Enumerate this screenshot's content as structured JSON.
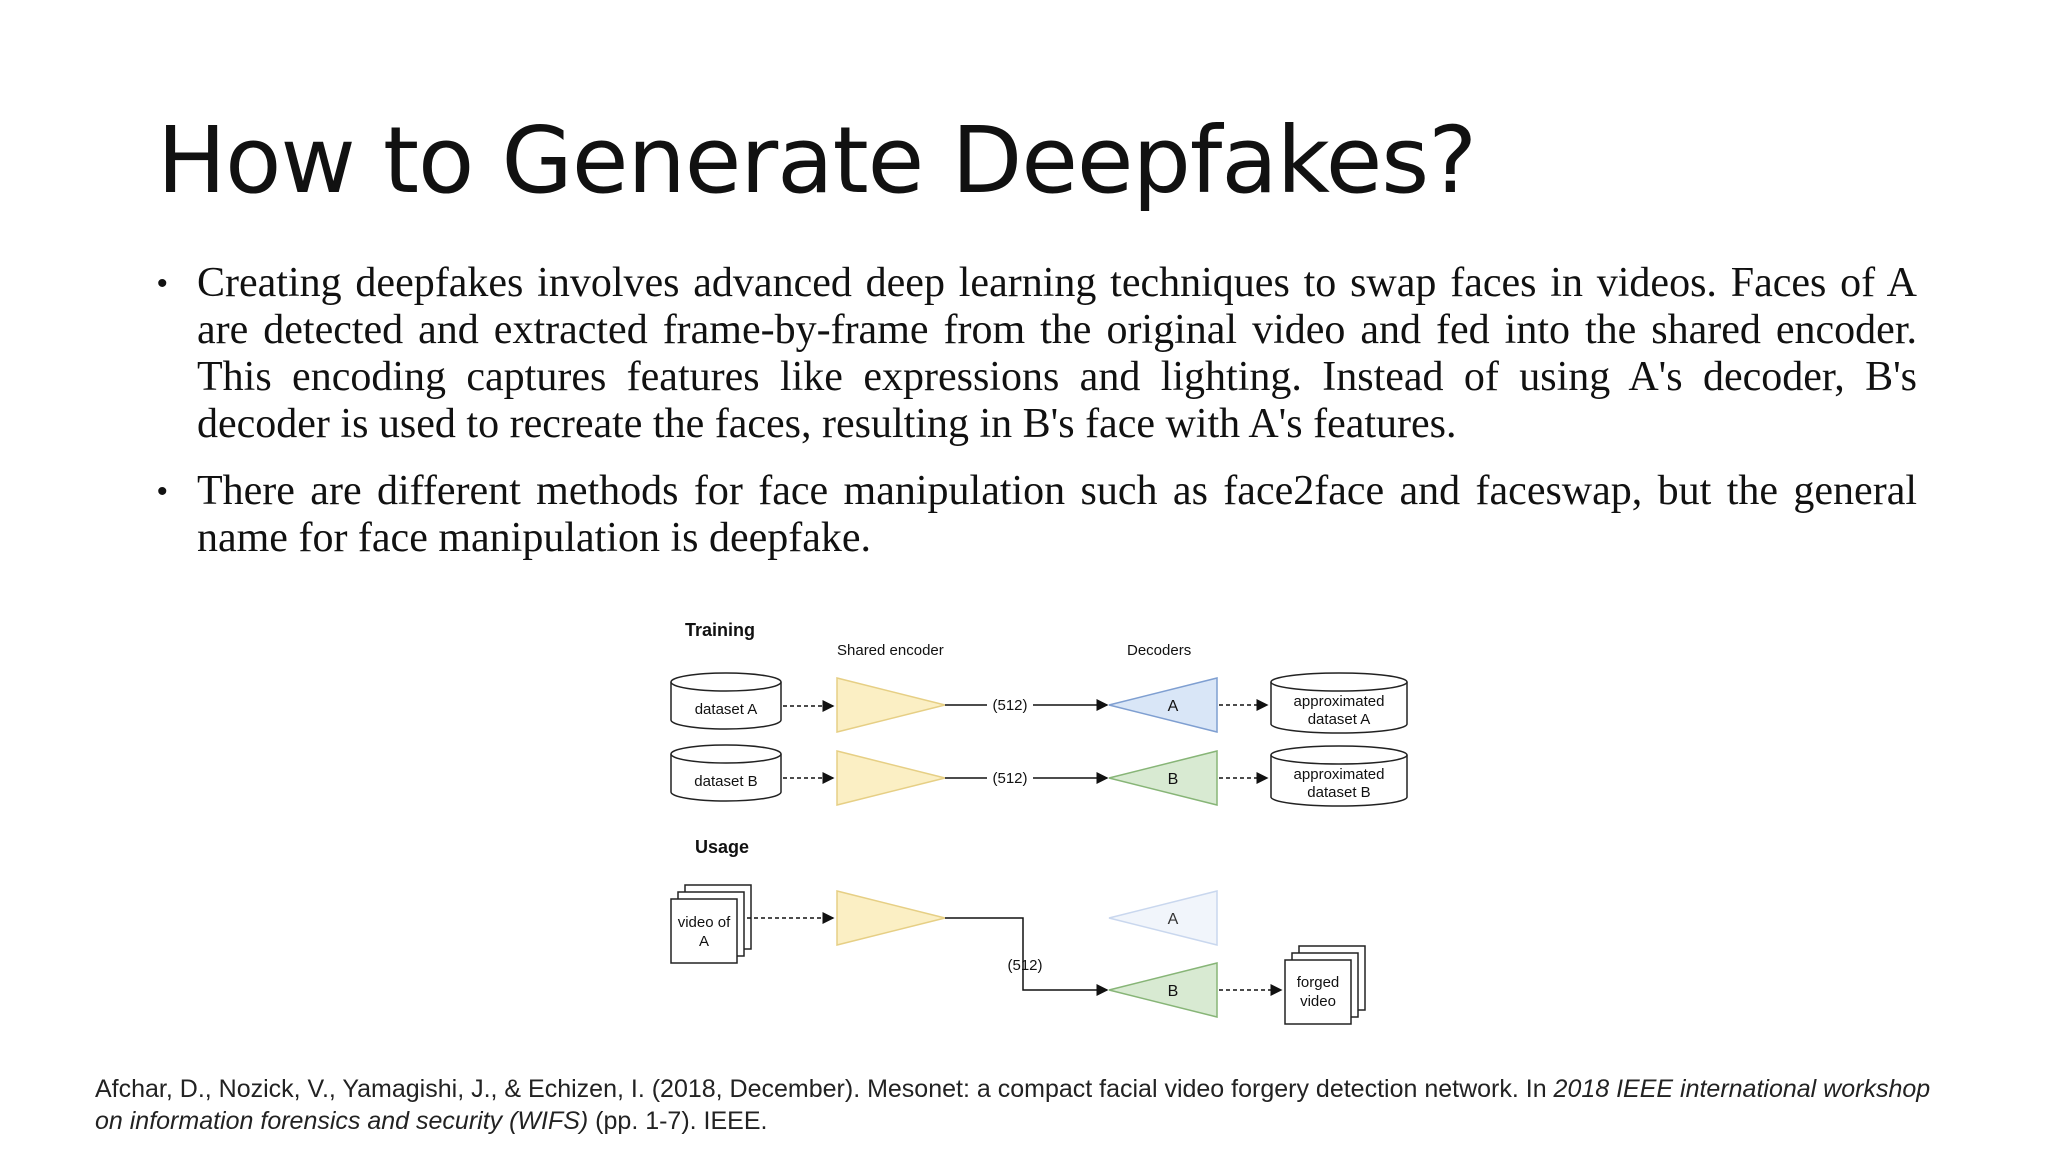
{
  "title": "How to Generate Deepfakes?",
  "bullets": [
    "Creating deepfakes involves advanced deep learning techniques to swap faces in videos. Faces of A are detected and extracted frame-by-frame from the original video and fed into the shared encoder. This encoding captures features like expressions and lighting. Instead of using A's decoder, B's decoder is used to recreate the faces, resulting in B's face with A's features.",
    "There are different methods for face manipulation such as face2face and faceswap, but the general name for face manipulation is deepfake."
  ],
  "diagram": {
    "training_label": "Training",
    "usage_label": "Usage",
    "shared_encoder_label": "Shared encoder",
    "decoders_label": "Decoders",
    "dataset_a": "dataset A",
    "dataset_b": "dataset B",
    "latent_label": "(512)",
    "decoder_a": "A",
    "decoder_b": "B",
    "approx_a_line1": "approximated",
    "approx_a_line2": "dataset A",
    "approx_b_line1": "approximated",
    "approx_b_line2": "dataset B",
    "video_a_line1": "video of",
    "video_a_line2": "A",
    "forged_line1": "forged",
    "forged_line2": "video",
    "colors": {
      "encoder": "#fbefc4",
      "decoder_a": "#d9e6f7",
      "decoder_b": "#d8ead2",
      "decoder_a_faded": "#f1f5fb"
    }
  },
  "citation": {
    "authors": "Afchar, D., Nozick, V., Yamagishi, J., & Echizen, I. (2018, December). Mesonet: a compact facial video forgery detection network. In ",
    "venue": "2018 IEEE international workshop on information forensics and security (WIFS)",
    "pages": " (pp. 1-7). IEEE."
  }
}
